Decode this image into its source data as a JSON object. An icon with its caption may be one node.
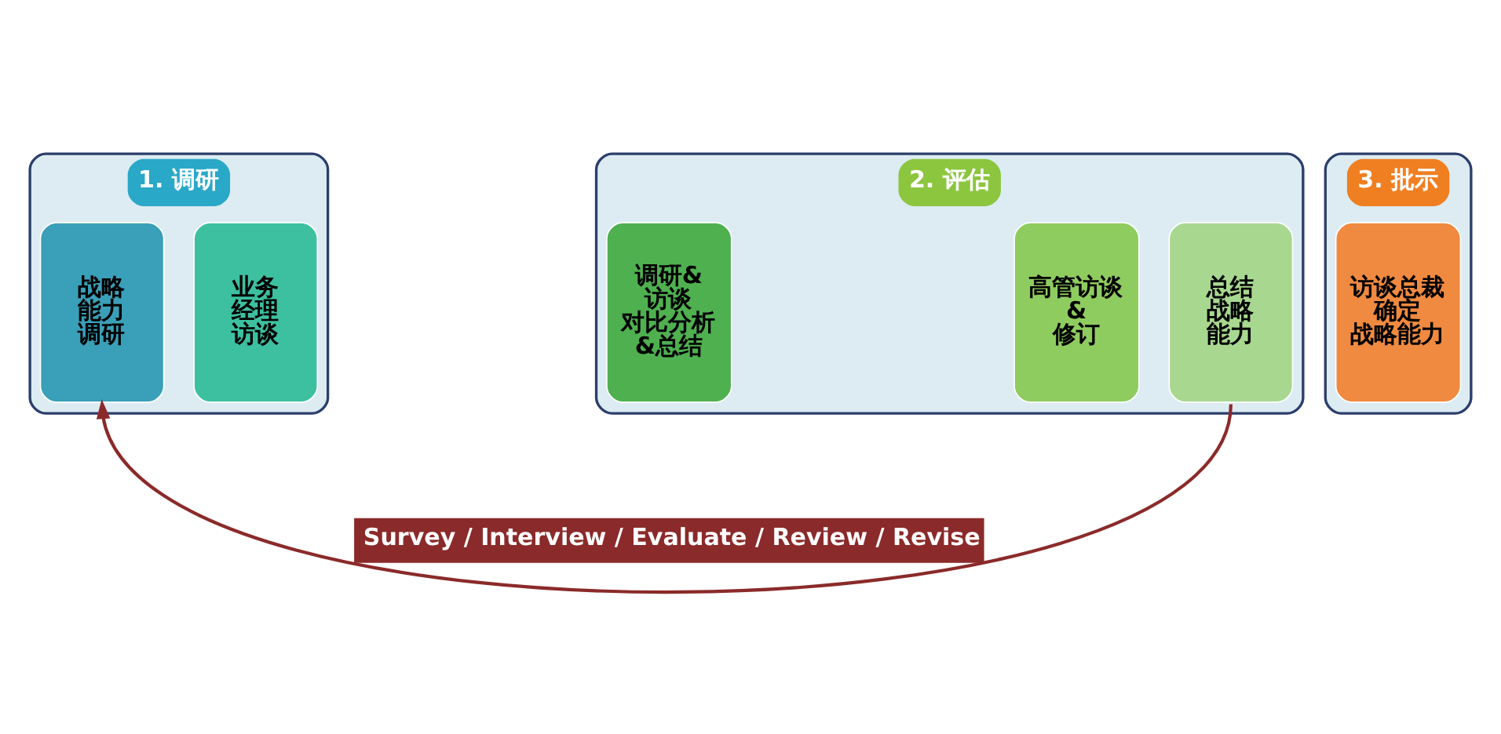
{
  "diagram": {
    "nodes": [
      {
        "text": [
          "1. 调研"
        ]
      },
      {
        "text": [
          "战略能力调研"
        ],
        "in": 0
      },
      {
        "text": [
          "业务经理访谈"
        ],
        "in": 0
      },
      {
        "text": [
          "2. 评估"
        ]
      },
      {
        "text": [
          "调研&访谈对比分析&总结"
        ],
        "in": 3
      },
      {
        "text": [
          "高管访谈&修订"
        ],
        "in": 3
      },
      {
        "text": [
          "总结战略能力"
        ],
        "in": 3
      },
      {
        "text": [
          "3. 批示"
        ]
      },
      {
        "text": [
          "访谈总裁确定战略能力"
        ],
        "in": 7
      }
    ],
    "edges": [
      {
        "from": 6,
        "to": 1,
        "arrow": "to",
        "label": "Survey / Interview / Evaluate / Review / Revise",
        "color": "#8b2a2a"
      }
    ]
  }
}
